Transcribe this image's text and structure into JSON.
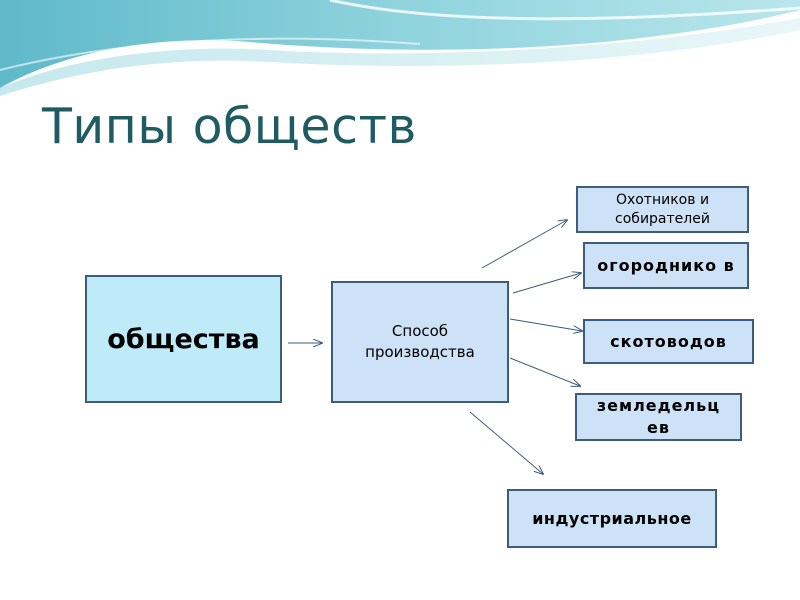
{
  "slide": {
    "title": "Типы обществ"
  },
  "nodes": {
    "society": {
      "label": "общества"
    },
    "method": {
      "label": "Способ производства"
    },
    "hunters": {
      "label": "Охотников и собирателей"
    },
    "gardeners": {
      "label": "огороднико в"
    },
    "cattle": {
      "label": "скотоводов"
    },
    "farmers": {
      "label": "земледельц ев"
    },
    "industrial": {
      "label": "индустриальное"
    }
  },
  "colors": {
    "title": "#1e5b63",
    "box_border": "#3e5d7a",
    "society_fill": "#bfeaf8",
    "node_fill": "#cde2f6",
    "wave": "#7fcbd6"
  }
}
